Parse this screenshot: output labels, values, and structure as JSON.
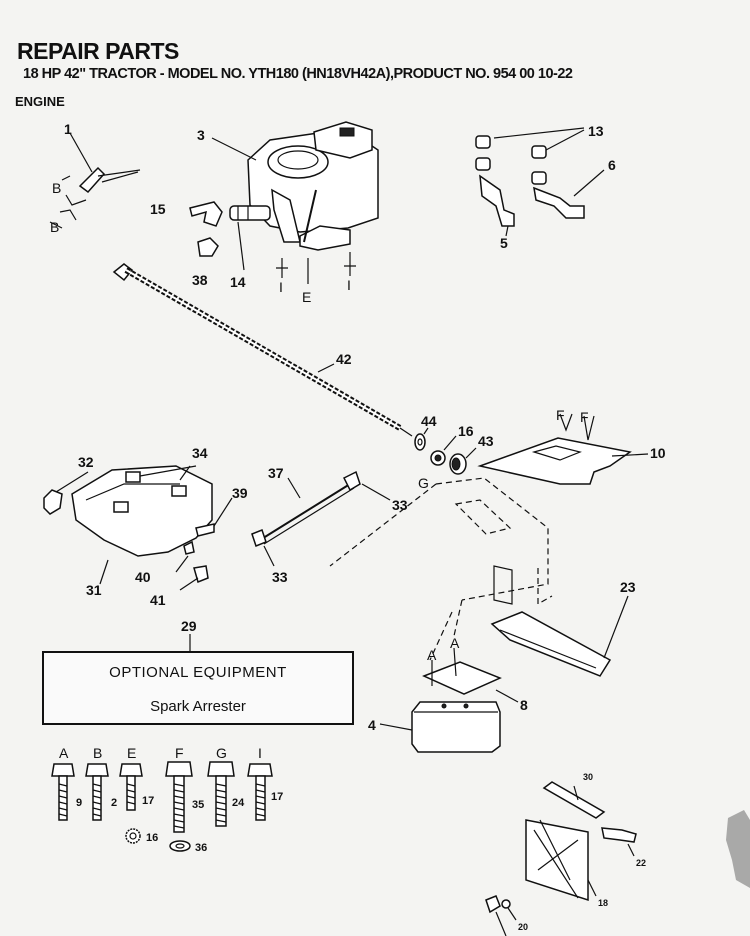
{
  "header": {
    "title": "REPAIR PARTS",
    "subtitle": "18 HP 42\" TRACTOR - MODEL NO. YTH180 (HN18VH42A),PRODUCT NO. 954 00 10-22",
    "section": "ENGINE"
  },
  "callouts": {
    "p1": "1",
    "p3": "3",
    "p13": "13",
    "p6": "6",
    "p15": "15",
    "p5": "5",
    "p38": "38",
    "p14": "14",
    "p42": "42",
    "p44": "44",
    "p16": "16",
    "p43": "43",
    "p10": "10",
    "p32": "32",
    "p34": "34",
    "p37": "37",
    "p39": "39",
    "p33a": "33",
    "p33b": "33",
    "p31": "31",
    "p40": "40",
    "p41": "41",
    "p29": "29",
    "p23": "23",
    "p8": "8",
    "p4": "4",
    "p30": "30",
    "p22": "22",
    "p18": "18",
    "p20": "20"
  },
  "reference_letters": {
    "b1": "B",
    "b2": "B",
    "i1": "I",
    "e1": "E",
    "i2": "I",
    "f1": "F",
    "f2": "F",
    "g1": "G",
    "a1": "A",
    "a2": "A"
  },
  "optional_equipment": {
    "heading": "OPTIONAL EQUIPMENT",
    "item": "Spark Arrester"
  },
  "hardware_key": [
    {
      "letter": "A",
      "part": "9"
    },
    {
      "letter": "B",
      "part": "2"
    },
    {
      "letter": "E",
      "part": "17",
      "extra": "16"
    },
    {
      "letter": "F",
      "part": "35",
      "extra": "36"
    },
    {
      "letter": "G",
      "part": "24"
    },
    {
      "letter": "I",
      "part": "17"
    }
  ]
}
